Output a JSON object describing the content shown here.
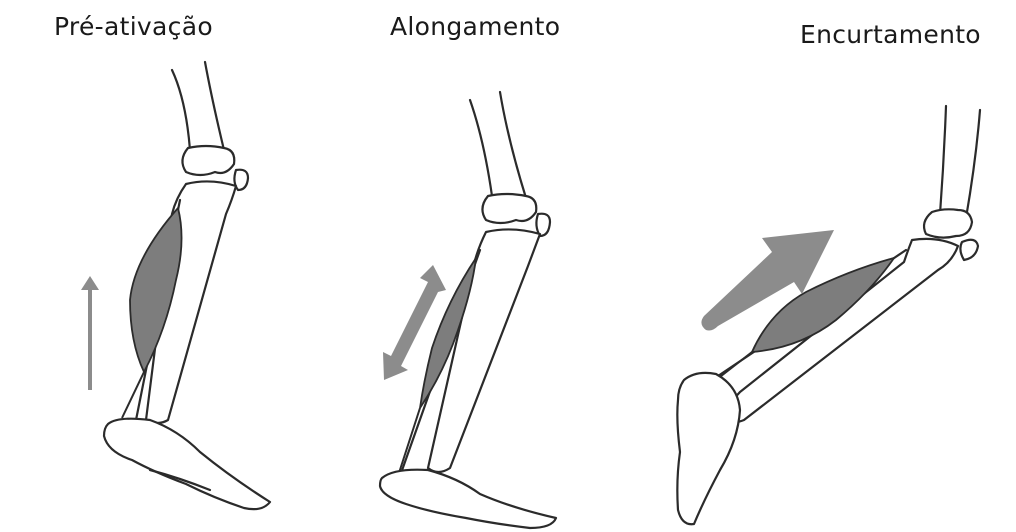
{
  "labels": {
    "phase1": "Pré-ativação",
    "phase2": "Alongamento",
    "phase3": "Encurtamento"
  },
  "colors": {
    "muscle": "#7d7d7d",
    "arrow": "#8c8c8c",
    "outline": "#2b2b2b"
  }
}
